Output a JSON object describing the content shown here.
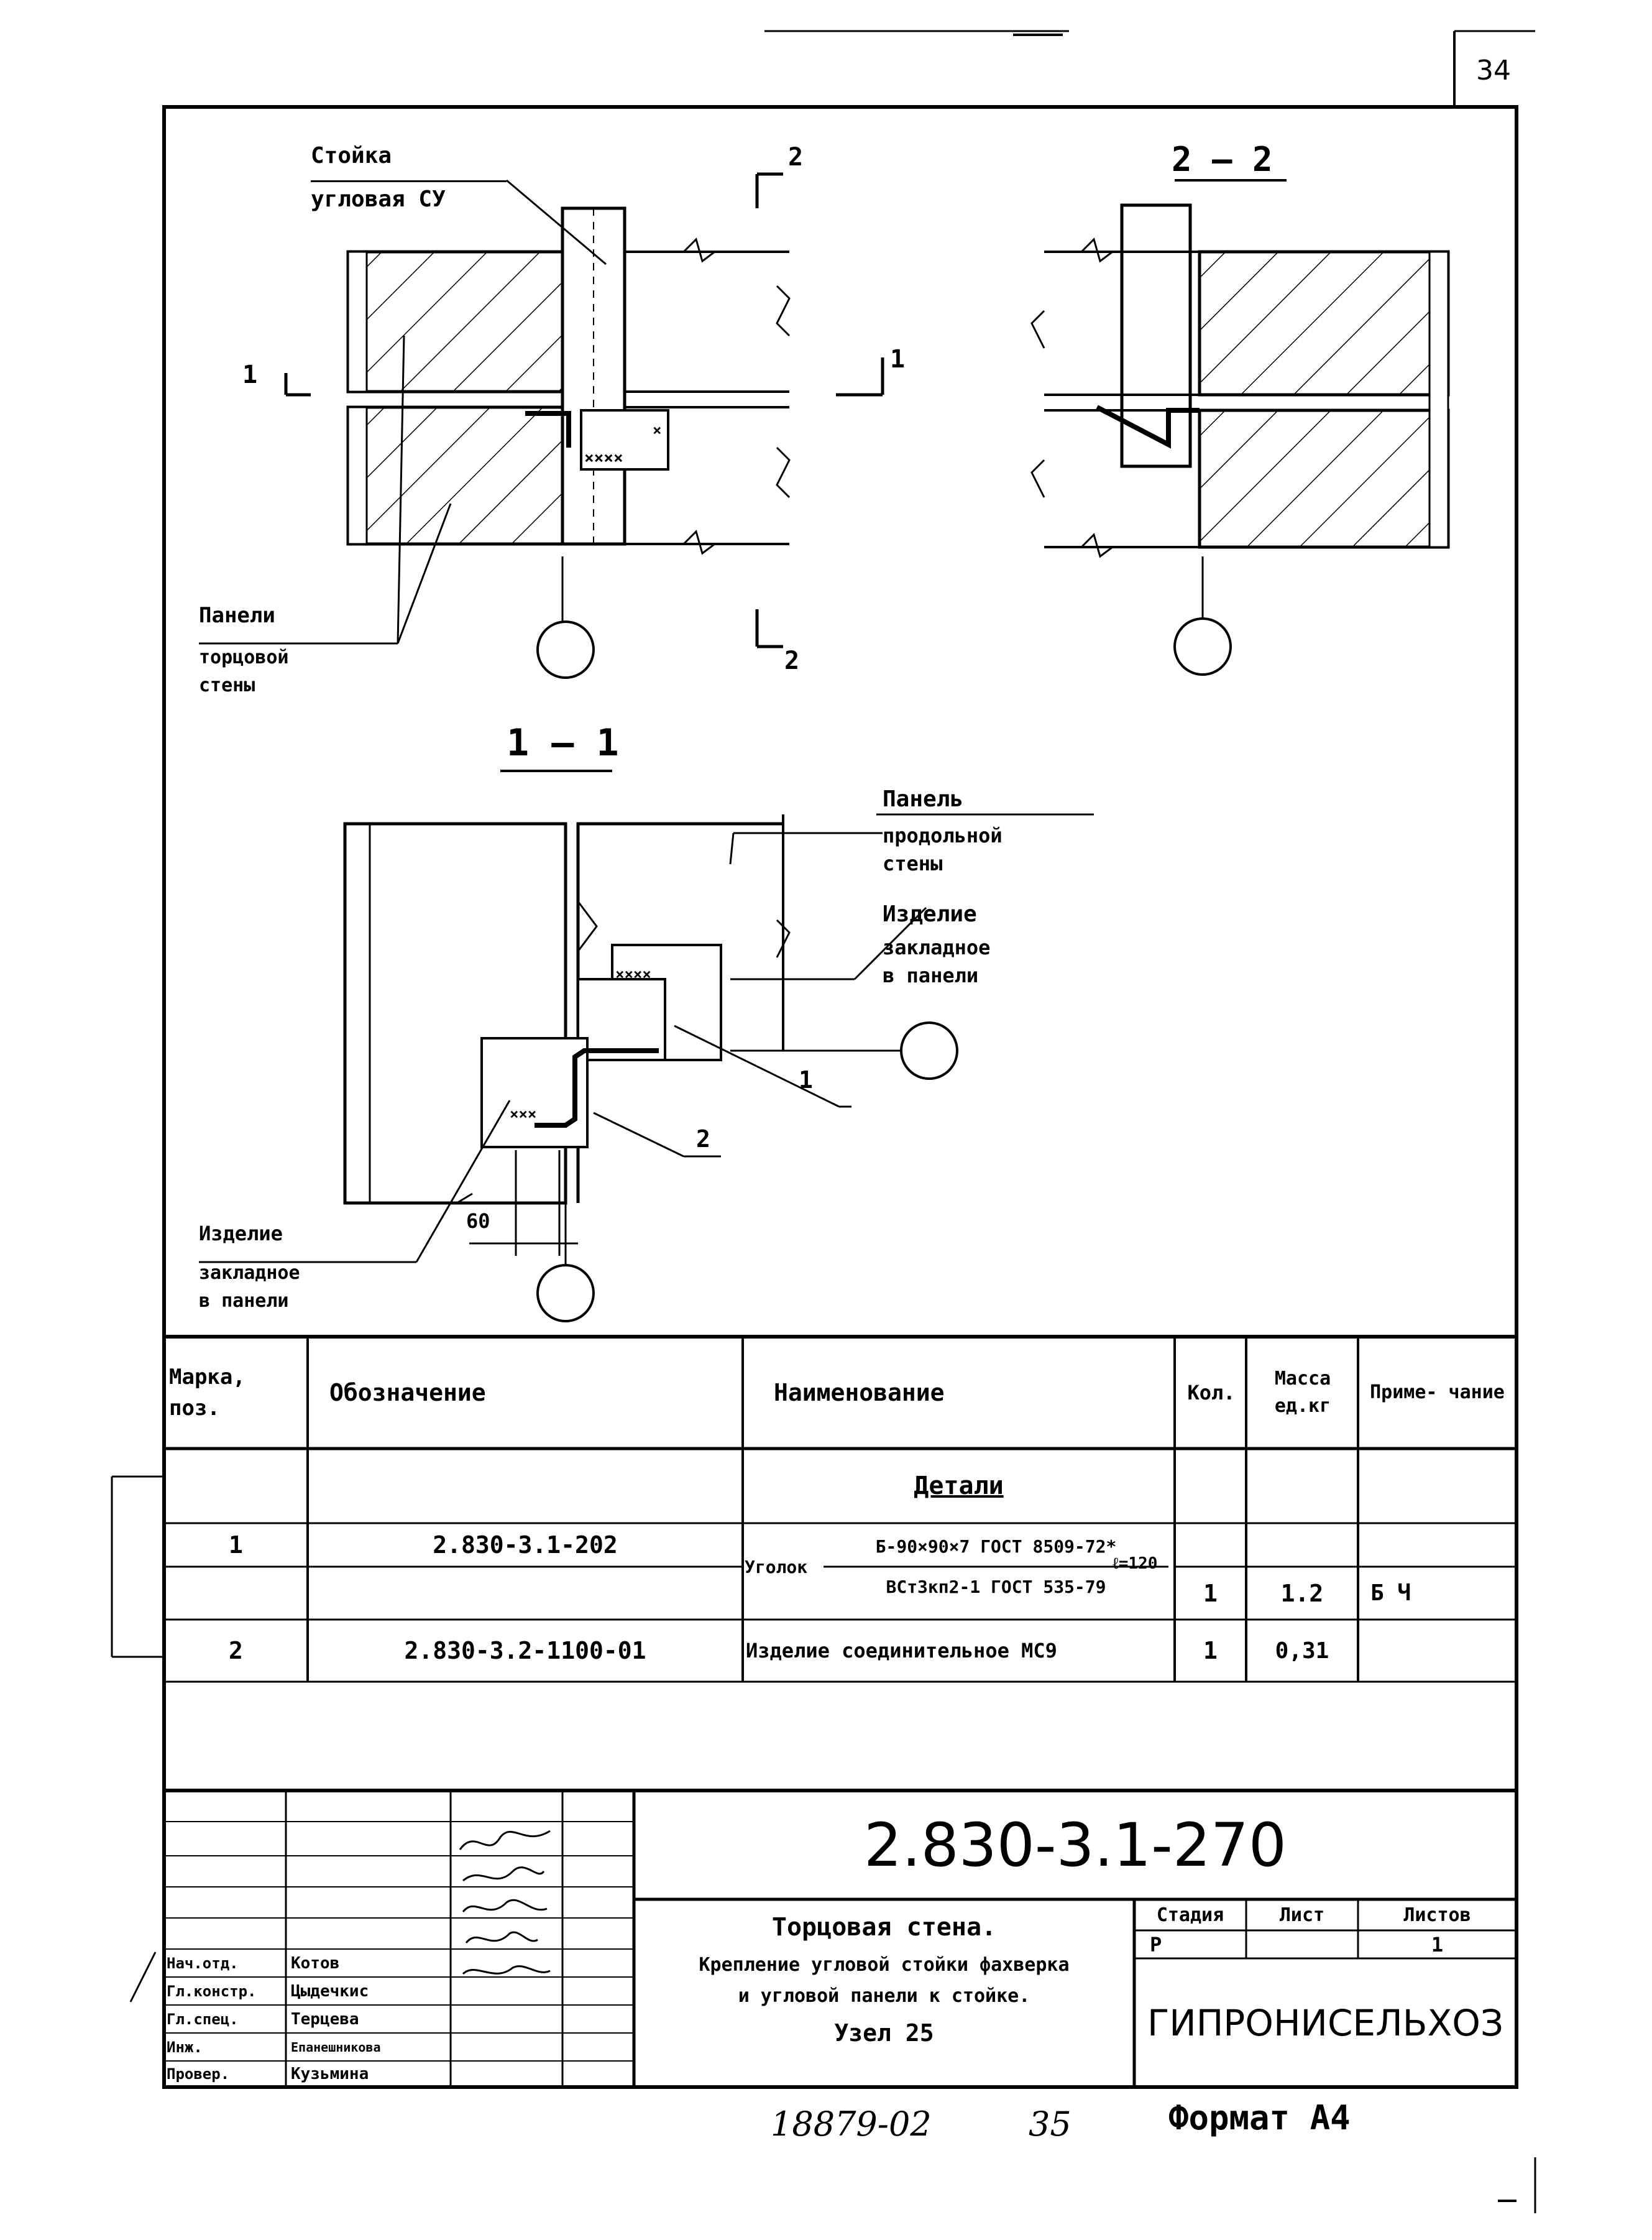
{
  "page_number": "34",
  "drawing": {
    "label_post_1": "Стойка",
    "label_post_2": "угловая СУ",
    "section_2_2": "2 – 2",
    "section_1_1": "1 — 1",
    "cut_mark_1": "1",
    "cut_mark_2": "2",
    "panel_end_1": "Панели",
    "panel_end_2": "торцовой",
    "panel_end_3": "стены",
    "panel_long_1": "Панель",
    "panel_long_2": "продольной",
    "panel_long_3": "стены",
    "embed_right_1": "Изделие",
    "embed_right_2": "закладное",
    "embed_right_3": "в панели",
    "embed_left_1": "Изделие",
    "embed_left_2": "закладное",
    "embed_left_3": "в панели",
    "callout_1": "1",
    "callout_2": "2",
    "dim_60": "60"
  },
  "spec_table": {
    "headers": {
      "mark": "Марка, поз.",
      "designation": "Обозначение",
      "name": "Наименование",
      "qty": "Кол.",
      "mass": "Масса ед.кг",
      "note": "Приме- чание"
    },
    "section_title": "Детали",
    "rows": [
      {
        "mark": "1",
        "designation": "2.830-3.1-202",
        "name_prefix": "Уголок",
        "name_top": "Б-90×90×7 ГОСТ 8509-72*",
        "name_bottom": "ВСт3кп2-1 ГОСТ 535-79",
        "name_len": "ℓ=120",
        "qty": "1",
        "mass": "1.2",
        "note": "Б Ч"
      },
      {
        "mark": "2",
        "designation": "2.830-3.2-1100-01",
        "name": "Изделие соединительное МС9",
        "qty": "1",
        "mass": "0,31",
        "note": ""
      }
    ]
  },
  "title_block": {
    "doc_number": "2.830-3.1-270",
    "roles": [
      {
        "role": "Нач.отд.",
        "name": "Котов"
      },
      {
        "role": "Гл.констр.",
        "name": "Цыдечкис"
      },
      {
        "role": "Гл.спец.",
        "name": "Терцева"
      },
      {
        "role": "Инж.",
        "name": "Епанешникова"
      },
      {
        "role": "Провер.",
        "name": "Кузьмина"
      }
    ],
    "title_1": "Торцовая стена.",
    "title_2": "Крепление угловой стойки фахверка",
    "title_3": "и угловой панели к стойке.",
    "title_4": "Узел 25",
    "stage_label": "Стадия",
    "sheet_label": "Лист",
    "sheets_label": "Листов",
    "stage": "Р",
    "sheet": "",
    "sheets": "1",
    "organization": "ГИПРОНИСЕЛЬХОЗ"
  },
  "footer": {
    "handwritten_number": "18879-02",
    "page_ref": "35",
    "format": "Формат А4"
  }
}
